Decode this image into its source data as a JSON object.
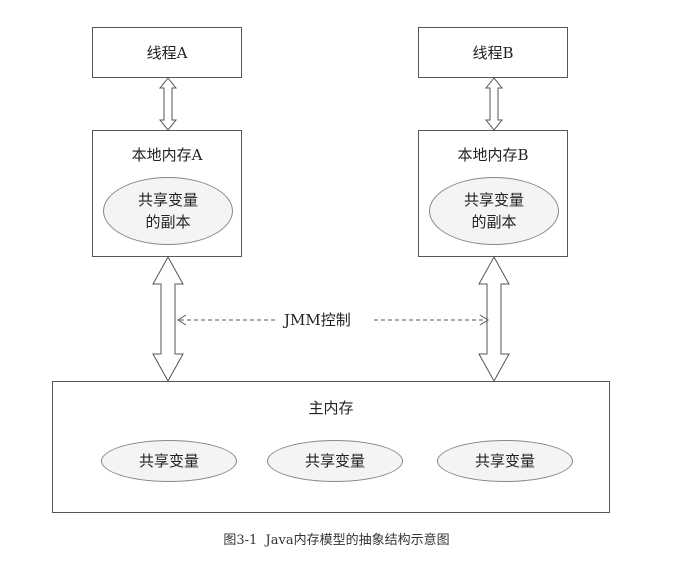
{
  "thread_a": {
    "label": "线程A"
  },
  "thread_b": {
    "label": "线程B"
  },
  "local_a": {
    "label": "本地内存A",
    "copy_line1": "共享变量",
    "copy_line2": "的副本"
  },
  "local_b": {
    "label": "本地内存B",
    "copy_line1": "共享变量",
    "copy_line2": "的副本"
  },
  "jmm": {
    "label": "JMM控制"
  },
  "main_memory": {
    "label": "主内存",
    "shared_vars": [
      "共享变量",
      "共享变量",
      "共享变量"
    ]
  },
  "caption": "图3-1  Java内存模型的抽象结构示意图"
}
